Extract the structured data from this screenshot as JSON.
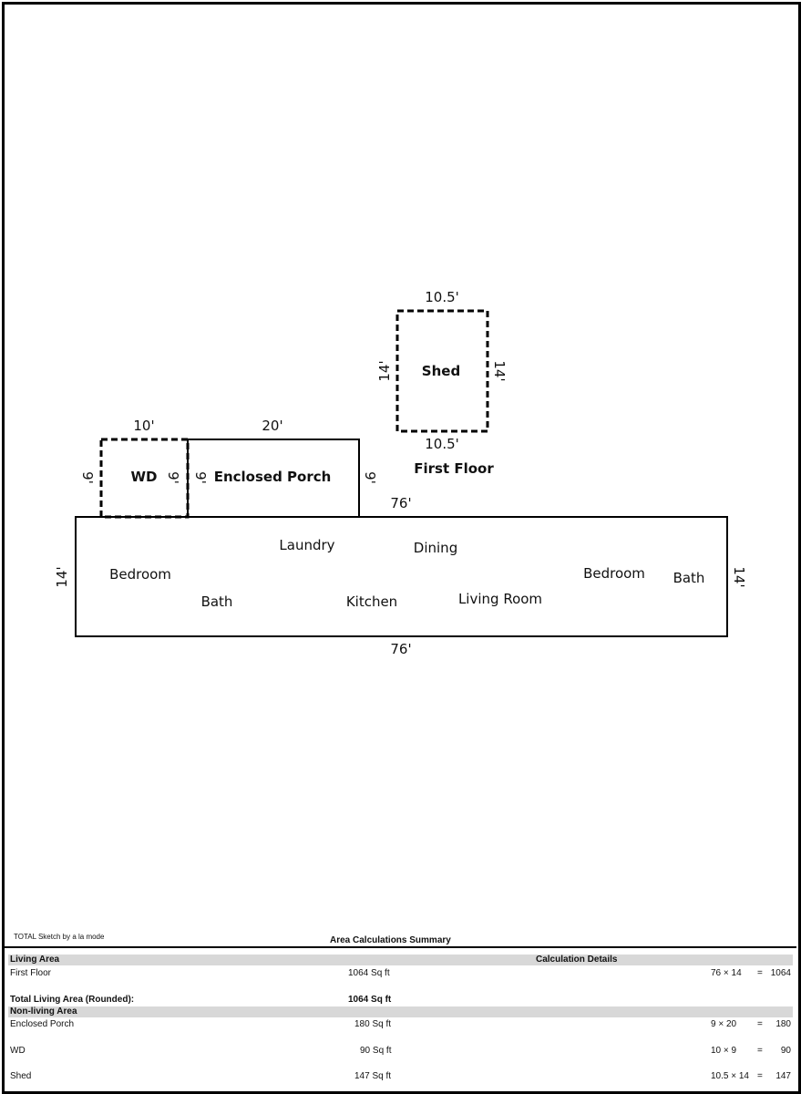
{
  "sketch": {
    "shed": {
      "name": "Shed",
      "top": "10.5'",
      "bottom": "10.5'",
      "left": "14'",
      "right": "14'"
    },
    "floor_label": "First Floor",
    "wd": {
      "name": "WD",
      "top": "10'",
      "left": "9'",
      "right": "9'"
    },
    "porch": {
      "name": "Enclosed Porch",
      "top": "20'",
      "right": "9'"
    },
    "main": {
      "top": "76'",
      "bottom": "76'",
      "left": "14'",
      "right": "14'",
      "rooms": [
        "Bedroom",
        "Bath",
        "Laundry",
        "Kitchen",
        "Dining",
        "Living Room",
        "Bedroom",
        "Bath"
      ]
    }
  },
  "footer": {
    "credit": "TOTAL Sketch by a la mode",
    "title": "Area Calculations Summary"
  },
  "summary": {
    "living_header": "Living Area",
    "calc_header": "Calculation Details",
    "living_rows": [
      {
        "name": "First Floor",
        "area": "1064 Sq ft",
        "calc": "76 × 14",
        "eq": "=",
        "result": "1064"
      }
    ],
    "total_label": "Total Living Area (Rounded):",
    "total_value": "1064 Sq ft",
    "nonliving_header": "Non-living Area",
    "nonliving_rows": [
      {
        "name": "Enclosed Porch",
        "area": "180 Sq ft",
        "calc": "9 × 20",
        "eq": "=",
        "result": "180"
      },
      {
        "name": "WD",
        "area": "90 Sq ft",
        "calc": "10 × 9",
        "eq": "=",
        "result": "90"
      },
      {
        "name": "Shed",
        "area": "147 Sq ft",
        "calc": "10.5 × 14",
        "eq": "=",
        "result": "147"
      }
    ]
  }
}
